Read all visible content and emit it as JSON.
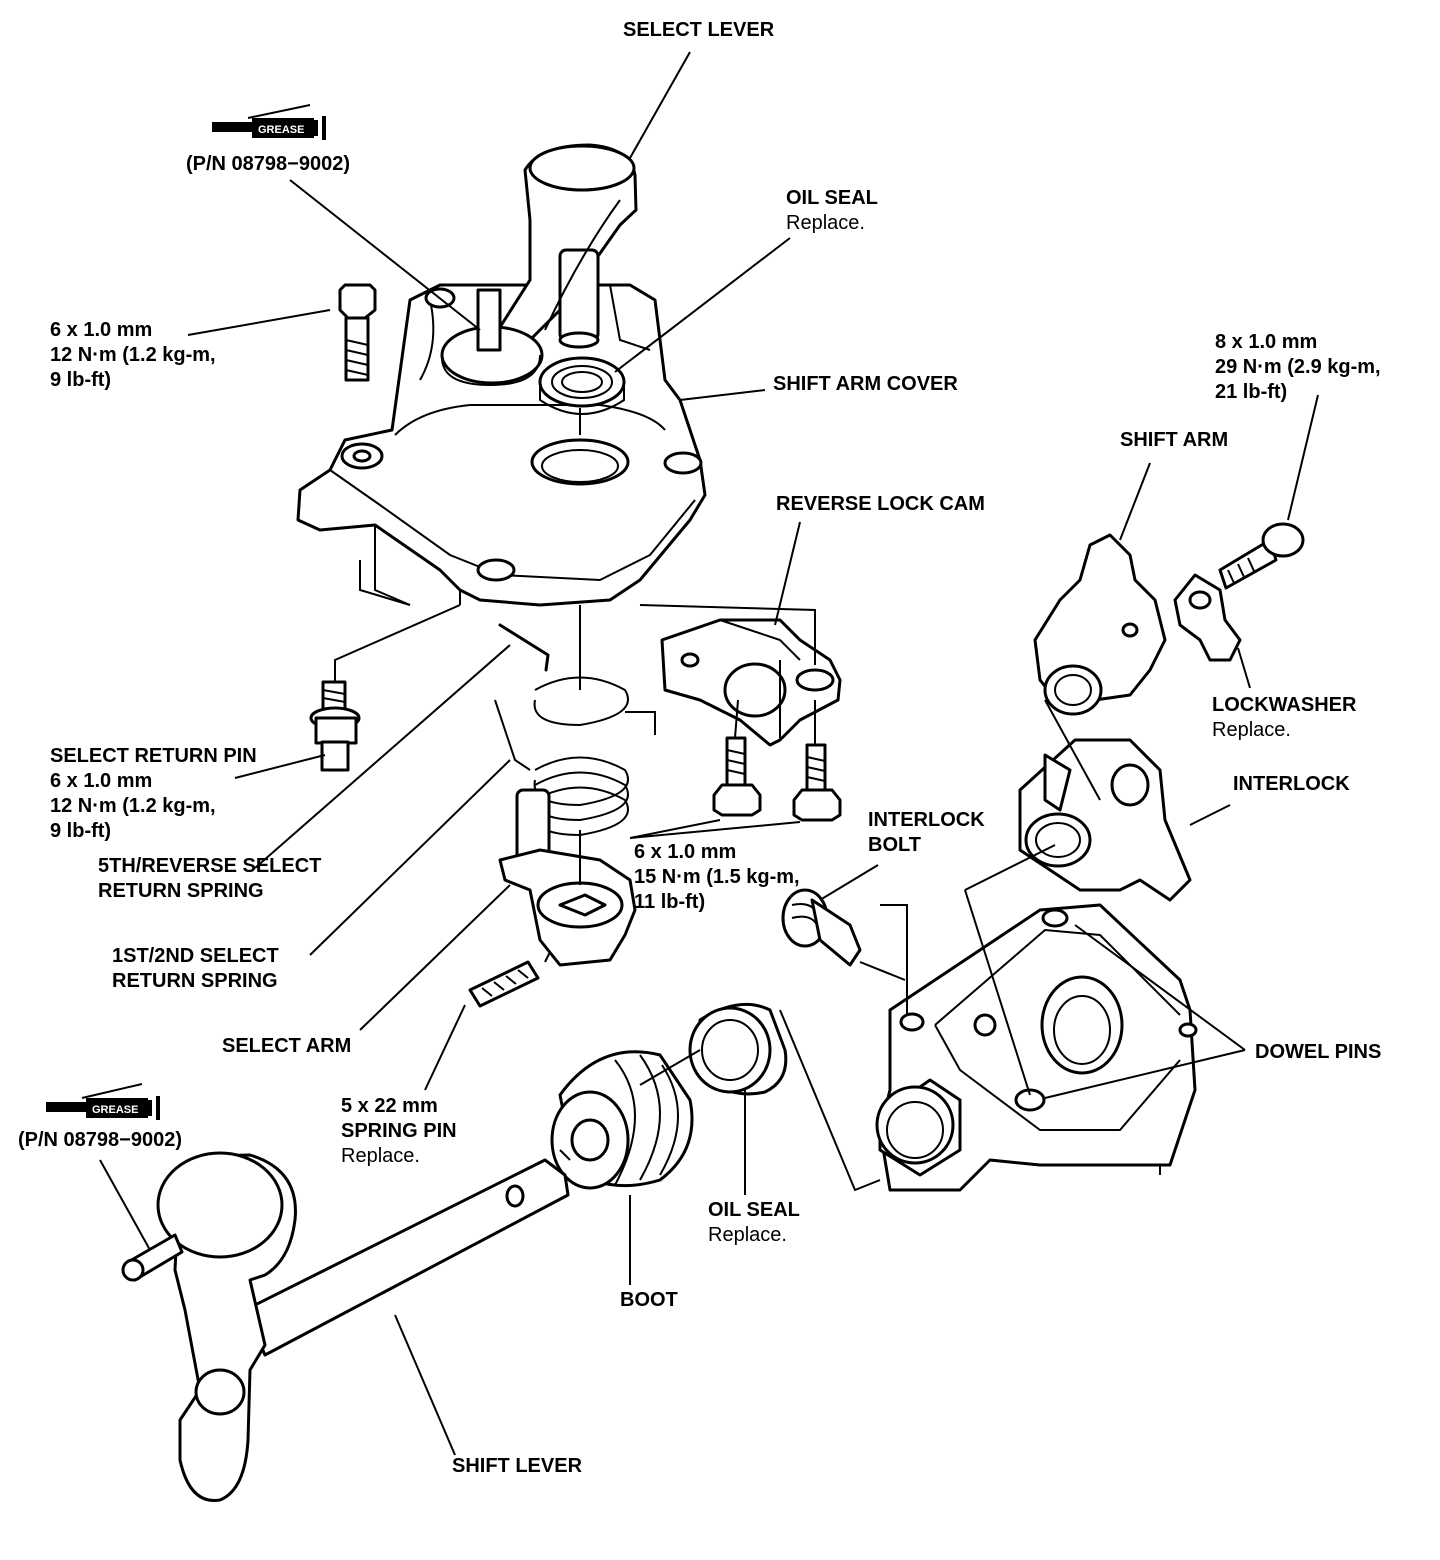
{
  "labels": {
    "select_lever": [
      "SELECT LEVER"
    ],
    "grease_top": [
      "(P/N 08798−9002)"
    ],
    "oil_seal_top": [
      "OIL SEAL"
    ],
    "oil_seal_top_note": "Replace.",
    "bolt_6x1": [
      "6 x 1.0 mm",
      "12 N·m (1.2 kg-m,",
      "9 lb-ft)"
    ],
    "shift_arm_cover": [
      "SHIFT ARM COVER"
    ],
    "bolt_8x1": [
      "8 x 1.0 mm",
      "29 N·m (2.9 kg-m,",
      "21 lb-ft)"
    ],
    "shift_arm": [
      "SHIFT ARM"
    ],
    "reverse_lock_cam": [
      "REVERSE LOCK CAM"
    ],
    "lockwasher": [
      "LOCKWASHER"
    ],
    "lockwasher_note": "Replace.",
    "interlock": [
      "INTERLOCK"
    ],
    "select_return_pin": [
      "SELECT RETURN PIN",
      "6 x 1.0 mm",
      "12 N·m (1.2 kg-m,",
      "9 lb-ft)"
    ],
    "interlock_bolt": [
      "INTERLOCK",
      "BOLT"
    ],
    "bolt_6x1_15": [
      "6 x 1.0 mm",
      "15 N·m (1.5 kg-m,",
      "11 lb-ft)"
    ],
    "fifth_reverse_spring": [
      "5TH/REVERSE SELECT",
      "RETURN SPRING"
    ],
    "first_second_spring": [
      "1ST/2ND SELECT",
      "RETURN SPRING"
    ],
    "select_arm": [
      "SELECT ARM"
    ],
    "dowel_pins": [
      "DOWEL PINS"
    ],
    "spring_pin": [
      "5 x 22 mm",
      "SPRING PIN"
    ],
    "spring_pin_note": "Replace.",
    "grease_bottom": [
      "(P/N 08798−9002)"
    ],
    "oil_seal_bottom": [
      "OIL SEAL"
    ],
    "oil_seal_bottom_note": "Replace.",
    "boot": [
      "BOOT"
    ],
    "shift_lever": [
      "SHIFT LEVER"
    ]
  },
  "grease_tag": "GREASE",
  "colors": {
    "ink": "#000000",
    "paper": "#ffffff"
  }
}
